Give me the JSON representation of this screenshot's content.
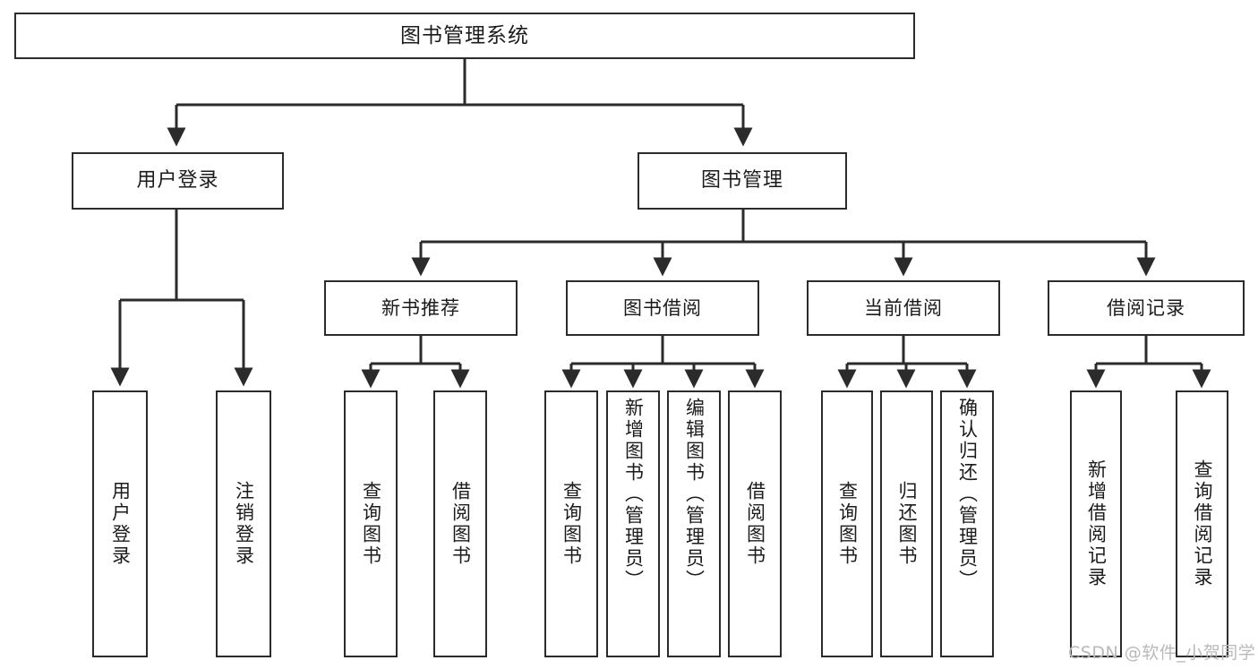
{
  "diagram": {
    "title": "图书管理系统",
    "watermark": "CSDN @软件_小贺同学",
    "root": {
      "label": "图书管理系统"
    },
    "level1": [
      {
        "label": "用户登录"
      },
      {
        "label": "图书管理"
      }
    ],
    "level2": [
      {
        "label": "新书推荐"
      },
      {
        "label": "图书借阅"
      },
      {
        "label": "当前借阅"
      },
      {
        "label": "借阅记录"
      }
    ],
    "leaves": {
      "user_login": [
        {
          "label": "用户登录"
        },
        {
          "label": "注销登录"
        }
      ],
      "new_book": [
        {
          "label": "查询图书"
        },
        {
          "label": "借阅图书"
        }
      ],
      "book_borrow": [
        {
          "label": "查询图书"
        },
        {
          "label": "新增图书（管理员）"
        },
        {
          "label": "编辑图书（管理员）"
        },
        {
          "label": "借阅图书"
        }
      ],
      "current_borrow": [
        {
          "label": "查询图书"
        },
        {
          "label": "归还图书"
        },
        {
          "label": "确认归还（管理员）"
        }
      ],
      "borrow_record": [
        {
          "label": "新增借阅记录"
        },
        {
          "label": "查询借阅记录"
        }
      ]
    },
    "colors": {
      "stroke": "#2b2b2b",
      "background": "#ffffff",
      "text": "#1b1b1b",
      "watermark": "#b9b9b9"
    }
  }
}
